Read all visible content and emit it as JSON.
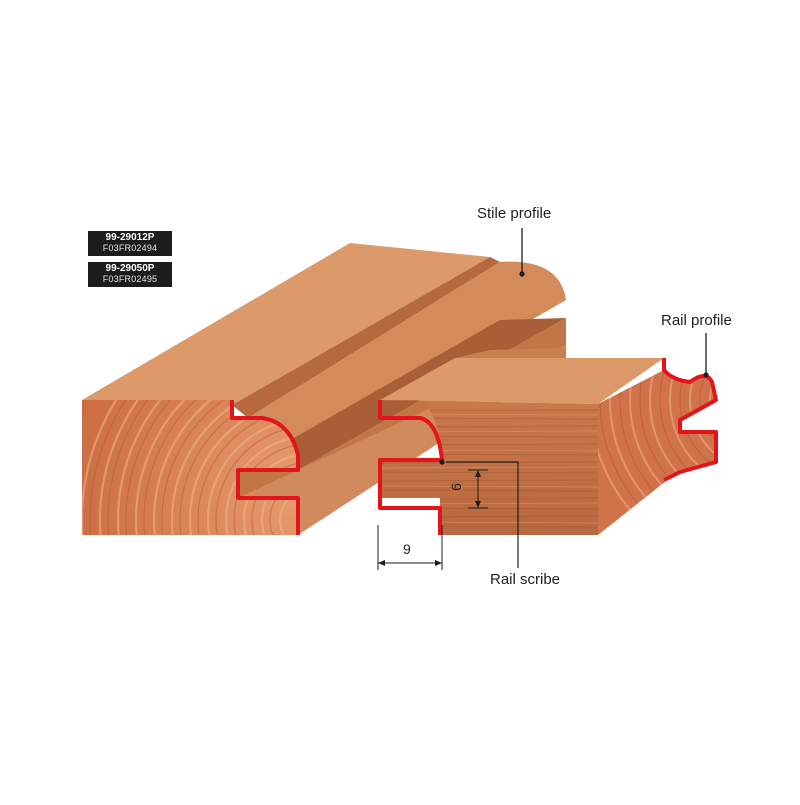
{
  "tags": [
    {
      "code": "99-29012P",
      "ref": "F03FR02494"
    },
    {
      "code": "99-29050P",
      "ref": "F03FR02495"
    }
  ],
  "labels": {
    "stile_profile": "Stile profile",
    "rail_profile": "Rail profile",
    "rail_scribe": "Rail scribe"
  },
  "dimensions": {
    "width": "9",
    "height": "6"
  },
  "colors": {
    "wood_face": "#d99467",
    "wood_side": "#c47a4a",
    "end_grain": "#d0734a",
    "end_grain_ring": "#e79d72",
    "profile_outline": "#e3141b",
    "background": "#ffffff"
  }
}
